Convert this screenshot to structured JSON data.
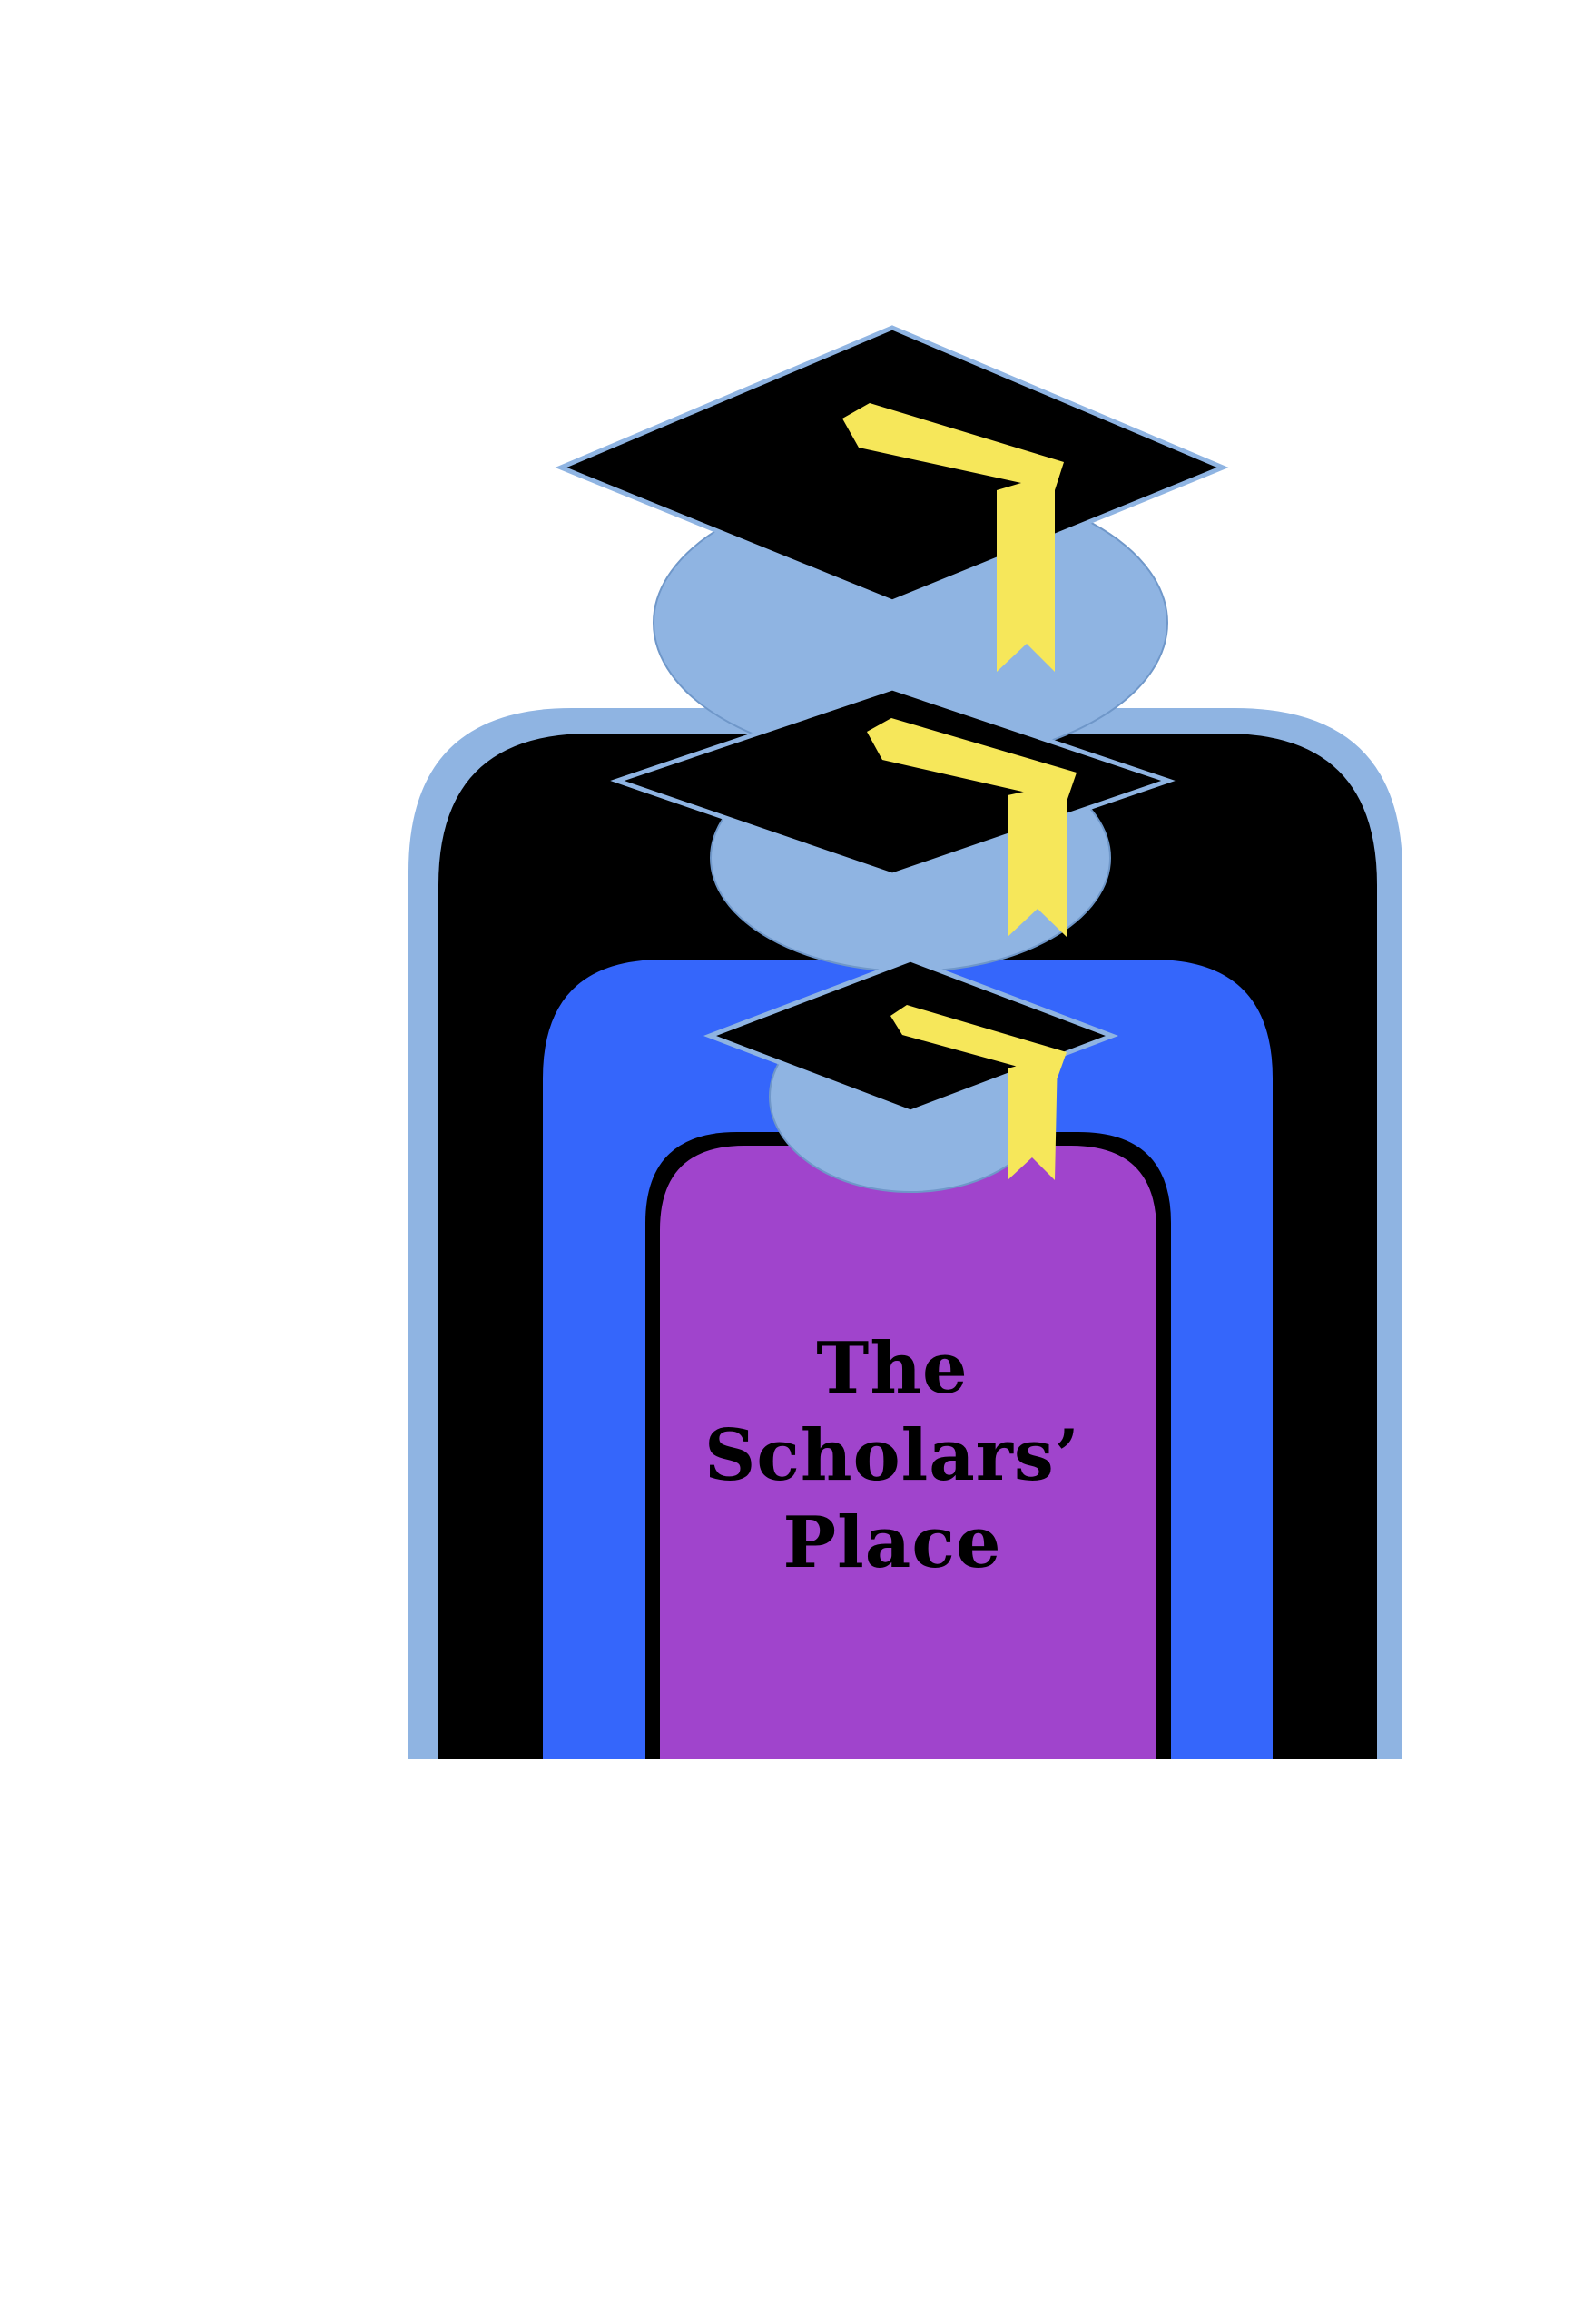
{
  "logo": {
    "line1": "The",
    "line2": "Scholars’",
    "line3": "Place"
  },
  "colors": {
    "background": "#ffffff",
    "outer_frame": "#8fb4e2",
    "black_band": "#000000",
    "blue_band": "#3566fb",
    "purple_panel": "#a044cc",
    "cap_board": "#000000",
    "cap_outline": "#8fb4e2",
    "cap_crown": "#8fb4e2",
    "tassel": "#f6e75a"
  },
  "icons": [
    "graduation-cap-icon",
    "graduation-cap-icon",
    "graduation-cap-icon"
  ]
}
